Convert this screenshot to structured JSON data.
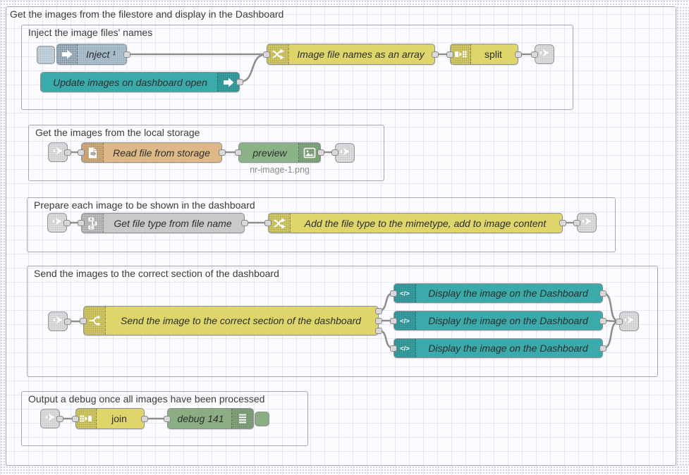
{
  "outer_group": {
    "title": "Get the images from the filestore and display in the Dashboard"
  },
  "groups": [
    {
      "title": "Inject the image files' names"
    },
    {
      "title": "Get the images from the local storage"
    },
    {
      "title": "Prepare each image to be shown in the dashboard"
    },
    {
      "title": "Send the images to the correct section of the dashboard"
    },
    {
      "title": "Output a debug once all images have been processed"
    }
  ],
  "nodes": {
    "inject": {
      "label": "Inject ¹",
      "icon": "arrow-right-icon",
      "color": "#aec3d2"
    },
    "update": {
      "label": "Update images on dashboard open",
      "icon": "arrow-right-icon",
      "color": "#3baaab"
    },
    "filenames": {
      "label": "Image file names as an array",
      "icon": "shuffle-icon",
      "color": "#dfd66b"
    },
    "split": {
      "label": "split",
      "icon": "split-icon",
      "color": "#dfd66b"
    },
    "readfile": {
      "label": "Read file from storage",
      "icon": "file-icon",
      "color": "#deb886"
    },
    "preview": {
      "label": "preview",
      "status": "nr-image-1.png",
      "icon": "image-icon",
      "color": "#8bb387"
    },
    "filetype": {
      "label": "Get file type from file name",
      "icon": "abc-icon",
      "color": "#c9c9c9"
    },
    "mimetype": {
      "label": "Add the file type to the mimetype, add to image content",
      "icon": "shuffle-icon",
      "color": "#dfd66b"
    },
    "send": {
      "label": "Send the image to the correct section of the dashboard",
      "icon": "fork-icon",
      "color": "#dfd66b"
    },
    "display1": {
      "label": "Display the image on the Dashboard",
      "icon": "code-icon",
      "color": "#3baaab"
    },
    "display2": {
      "label": "Display the image on the Dashboard",
      "icon": "code-icon",
      "color": "#3baaab"
    },
    "display3": {
      "label": "Display the image on the Dashboard",
      "icon": "code-icon",
      "color": "#3baaab"
    },
    "join": {
      "label": "join",
      "icon": "join-icon",
      "color": "#dfd66b"
    },
    "debug": {
      "label": "debug 141",
      "icon": "list-icon",
      "color": "#8bad84"
    }
  },
  "colors": {
    "wire": "#8f8f8f",
    "port": "#d9d9d9",
    "group_border": "#a6a6b0",
    "grid": "#e8e8f2",
    "teal": "#3baaab",
    "yellow": "#dfd66b",
    "tan": "#deb886",
    "green": "#8bb387",
    "debug_green": "#8bad84",
    "gray": "#c9c9c9",
    "inject_blue": "#aec3d2"
  }
}
